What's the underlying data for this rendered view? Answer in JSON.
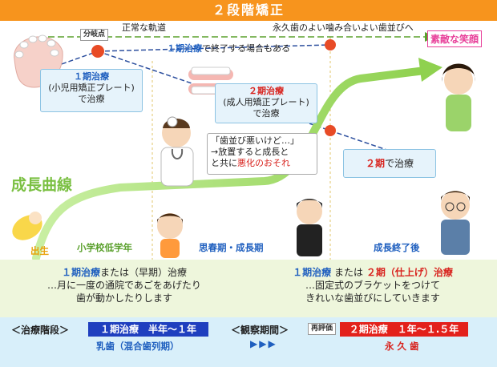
{
  "title": "２段階矯正",
  "labels": {
    "branch_point": "分岐点",
    "normal_orbit": "正常な軌道",
    "permanent_teeth": "永久歯のよい噛み合いよい歯並びへ",
    "smile": "素敵な笑顔",
    "end_with_phase1": "で終了する場合もある",
    "growth_curve": "成長曲線",
    "birth": "出生",
    "elementary": "小学校低学年",
    "puberty": "思春期・成長期",
    "growth_end": "成長終了後"
  },
  "boxes": {
    "phase1": {
      "title": "１期治療",
      "line2": "(小児用矯正プレート)",
      "line3": "で治療"
    },
    "phase2": {
      "title": "２期治療",
      "line2": "(成人用矯正プレート)",
      "line3": "で治療"
    },
    "worry": {
      "line1": "「歯並び悪いけど…」",
      "line2": "→放置すると成長と",
      "line3_a": "と共に",
      "line3_b": "悪化のおそれ"
    },
    "phase2_only": {
      "title": "２期",
      "suffix": "で治療"
    },
    "phase1_end": "１期治療"
  },
  "bottom": {
    "left": {
      "title_a": "１期治療",
      "title_b": "または（早期）治療",
      "line2": "…月に一度の通院であごをあげたり",
      "line3": "歯が動かしたりします"
    },
    "right": {
      "title_a": "１期治療",
      "title_b": "または",
      "title_c": "２期（仕上げ）治療",
      "line2": "…固定式のブラケットをつけて",
      "line3": "きれいな歯並びにしていきます"
    }
  },
  "stages": {
    "label1": "＜治療階段＞",
    "box1": "１期治療　半年〜１年",
    "sub1": "乳歯（混合歯列期）",
    "label2": "＜観察期間＞",
    "arrows": "▶▶▶",
    "reeval": "再評価",
    "box2": "２期治療　１年〜１.５年",
    "sub2": "永 久 歯"
  },
  "colors": {
    "orange": "#f7941d",
    "blue": "#1f5fbf",
    "red": "#d8231e",
    "green": "#8fd14f",
    "pink": "#e8409a"
  }
}
